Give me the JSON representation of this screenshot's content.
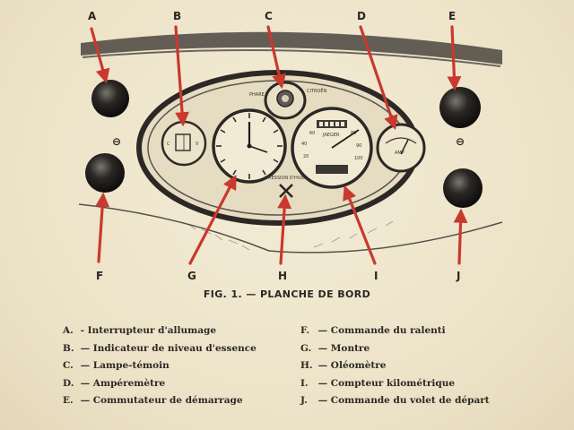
{
  "figure": {
    "caption": "FIG. 1. — PLANCHE DE BORD",
    "callouts_top": [
      "A",
      "B",
      "C",
      "D",
      "E"
    ],
    "callouts_bottom": [
      "F",
      "G",
      "H",
      "I",
      "J"
    ],
    "polarity_mark": "⊖",
    "gauge_text": {
      "lamp_left": "PHARE",
      "lamp_right": "CITROËN",
      "speedo_brand": "JAEGER",
      "ammeter": "AMP",
      "oil": "PRESSION D'HUILE"
    }
  },
  "legend": {
    "left": [
      {
        "letter": "A.",
        "text": "- Interrupteur d'allumage"
      },
      {
        "letter": "B.",
        "text": "— Indicateur de niveau d'essence"
      },
      {
        "letter": "C.",
        "text": "— Lampe-témoin"
      },
      {
        "letter": "D.",
        "text": "— Ampéremètre"
      },
      {
        "letter": "E.",
        "text": "— Commutateur de démarrage"
      }
    ],
    "right": [
      {
        "letter": "F.",
        "text": "— Commande du ralenti"
      },
      {
        "letter": "G.",
        "text": "— Montre"
      },
      {
        "letter": "H.",
        "text": "— Oléomètre"
      },
      {
        "letter": "I.",
        "text": "— Compteur kilométrique"
      },
      {
        "letter": "J.",
        "text": "— Commande du volet de départ"
      }
    ]
  },
  "colors": {
    "paper": "#efe6cf",
    "ink": "#2a2622",
    "arrow": "#c9392e"
  }
}
